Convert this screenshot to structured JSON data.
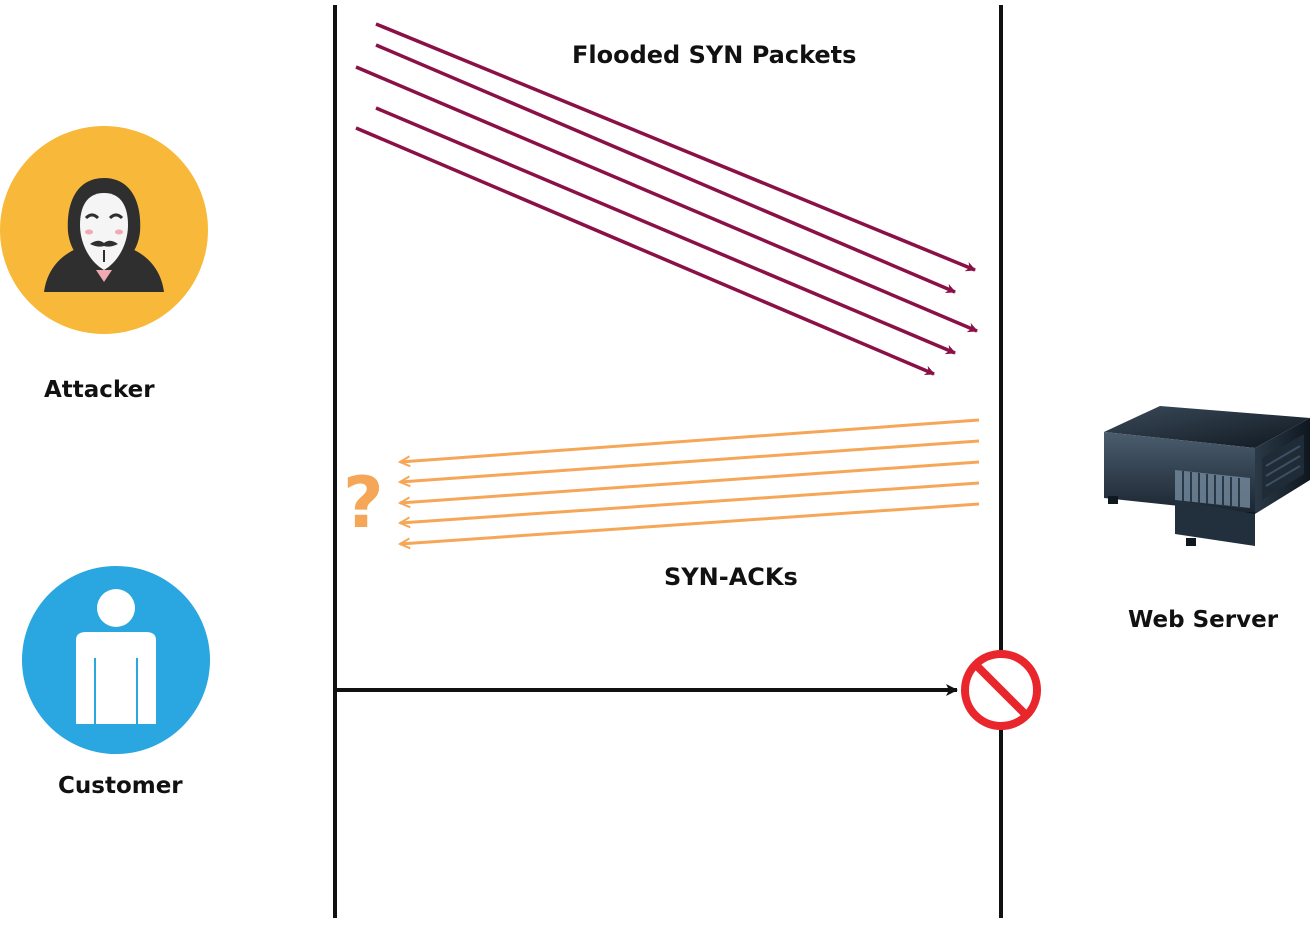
{
  "labels": {
    "flooded": "Flooded SYN Packets",
    "synacks": "SYN-ACKs",
    "attacker": "Attacker",
    "customer": "Customer",
    "server": "Web Server",
    "question": "?"
  },
  "colors": {
    "syn_arrow": "#8b1046",
    "synack_arrow": "#f6a657",
    "question": "#f6a657",
    "lifeline": "#111111",
    "attacker_circle": "#f8b93b",
    "customer_circle": "#2aa6e0",
    "blocked_sign": "#e8262b"
  },
  "icons": {
    "attacker": "hooded-hacker-mask-icon",
    "customer": "person-icon",
    "server": "rack-server-icon",
    "blocked": "no-entry-sign-icon"
  }
}
